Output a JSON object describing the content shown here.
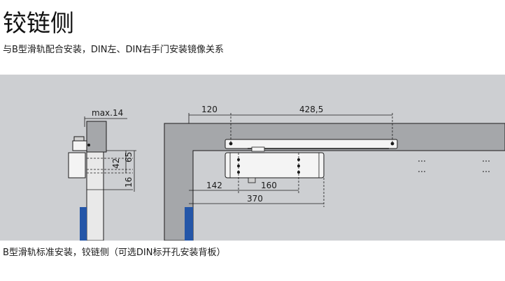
{
  "title": "铰链侧",
  "subtitle": "与B型滑轨配合安装，DIN左、DIN右手门安装镜像关系",
  "caption": "B型滑轨标准安装，铰链侧（可选DIN标开孔安装背板）",
  "colors": {
    "background_panel": "#cdcfd2",
    "frame": "#a5a7aa",
    "body": "#f4f4f4",
    "mounting_plate": "#2456a8",
    "line": "#1a1a1a"
  },
  "dimensions": {
    "max14": "max.14",
    "d42": "42",
    "d65": "65",
    "d16": "16",
    "d120": "120",
    "d428": "428,5",
    "d142": "142",
    "d160": "160",
    "d370": "370"
  }
}
